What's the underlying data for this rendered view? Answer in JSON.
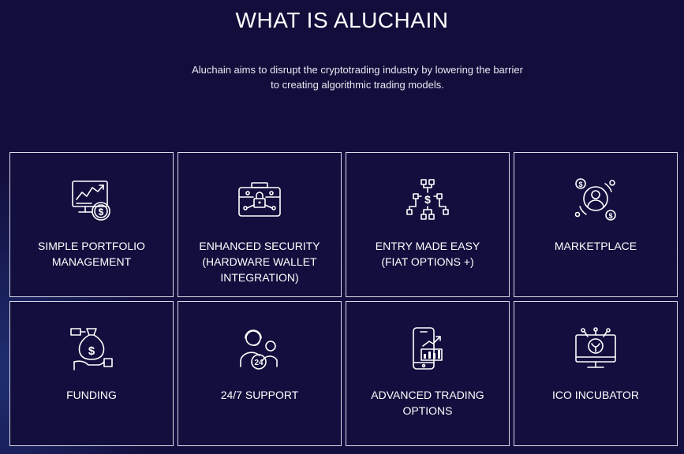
{
  "header": {
    "title": "WHAT IS ALUCHAIN",
    "description": "Aluchain aims to disrupt the cryptotrading industry by lowering the barrier\nto creating algorithmic trading models."
  },
  "features": [
    {
      "label": "SIMPLE PORTFOLIO\nMANAGEMENT",
      "icon": "portfolio-chart-coin-icon"
    },
    {
      "label": "ENHANCED SECURITY\n(HARDWARE WALLET\nINTEGRATION)",
      "icon": "security-briefcase-lock-icon"
    },
    {
      "label": "ENTRY MADE EASY\n(FIAT OPTIONS +)",
      "icon": "currency-network-icon"
    },
    {
      "label": "MARKETPLACE",
      "icon": "marketplace-user-coins-icon"
    },
    {
      "label": "FUNDING",
      "icon": "money-bag-hand-icon"
    },
    {
      "label": "24/7 SUPPORT",
      "icon": "support-agents-icon"
    },
    {
      "label": "ADVANCED TRADING\nOPTIONS",
      "icon": "mobile-trading-chart-icon"
    },
    {
      "label": "ICO INCUBATOR",
      "icon": "incubator-monitor-icon"
    }
  ],
  "icon_text": {
    "dollar": "$",
    "support_hours": "24"
  },
  "colors": {
    "background": "#120f3d",
    "card_border": "#d8d8e8",
    "text": "#ffffff"
  }
}
